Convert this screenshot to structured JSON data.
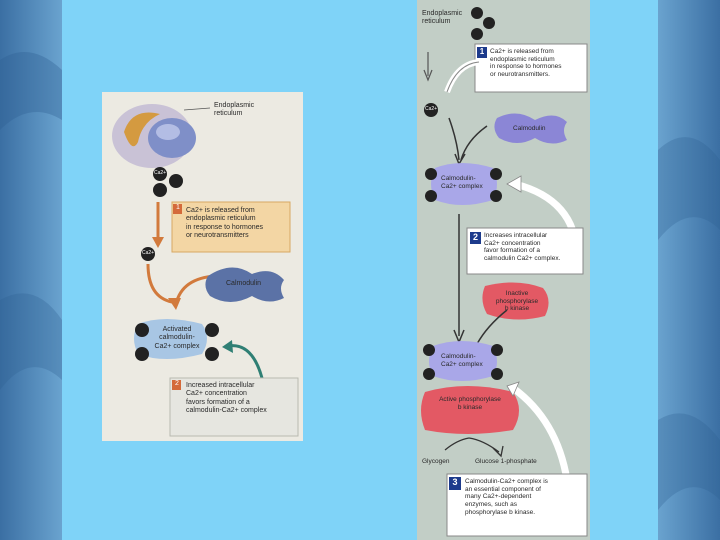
{
  "slide": {
    "colors": {
      "background": "#6fa6d2",
      "center": "#7fd3f8"
    }
  },
  "left_figure": {
    "er_label_1": "Endoplasmic",
    "er_label_2": "reticulum",
    "ca_ion": "Ca2+",
    "step1": {
      "number": "1",
      "lines": [
        "Ca2+ is released from",
        "endoplasmic reticulum",
        "in response to hormones",
        "or neurotransmitters"
      ]
    },
    "calmodulin": "Calmodulin",
    "complex_lines": [
      "Activated",
      "calmodulin-",
      "Ca2+ complex"
    ],
    "step2": {
      "number": "2",
      "lines": [
        "Increased intracellular",
        "Ca2+ concentration",
        "favors formation of a",
        "calmodulin-Ca2+ complex"
      ]
    }
  },
  "right_figure": {
    "er_label_1": "Endoplasmic",
    "er_label_2": "reticulum",
    "ca_ion": "Ca2+",
    "step1": {
      "number": "1",
      "lines": [
        "Ca2+ is released from",
        "endoplasmic reticulum",
        "in response to hormones",
        "or neurotransmitters."
      ]
    },
    "calmodulin": "Calmodulin",
    "complex_lines": [
      "Calmodulin-",
      "Ca2+ complex"
    ],
    "step2": {
      "number": "2",
      "lines": [
        "Increases intracellular",
        "Ca2+ concentration",
        "favor formation of a",
        "calmodulin Ca2+ complex."
      ]
    },
    "inactive_enzyme_lines": [
      "Inactive phosphorylase",
      "b kinase"
    ],
    "complex2_lines": [
      "Calmodulin-",
      "Ca2+ complex"
    ],
    "active_enzyme_lines": [
      "Active phosphorylase",
      "b kinase"
    ],
    "glycogen": "Glycogen",
    "glucose": "Glucose 1-phosphate",
    "step3": {
      "number": "3",
      "lines": [
        "Calmodulin-Ca2+ complex is",
        "an essential component of",
        "many Ca2+-dependent",
        "enzymes, such as",
        "phosphorylase b kinase."
      ]
    }
  }
}
